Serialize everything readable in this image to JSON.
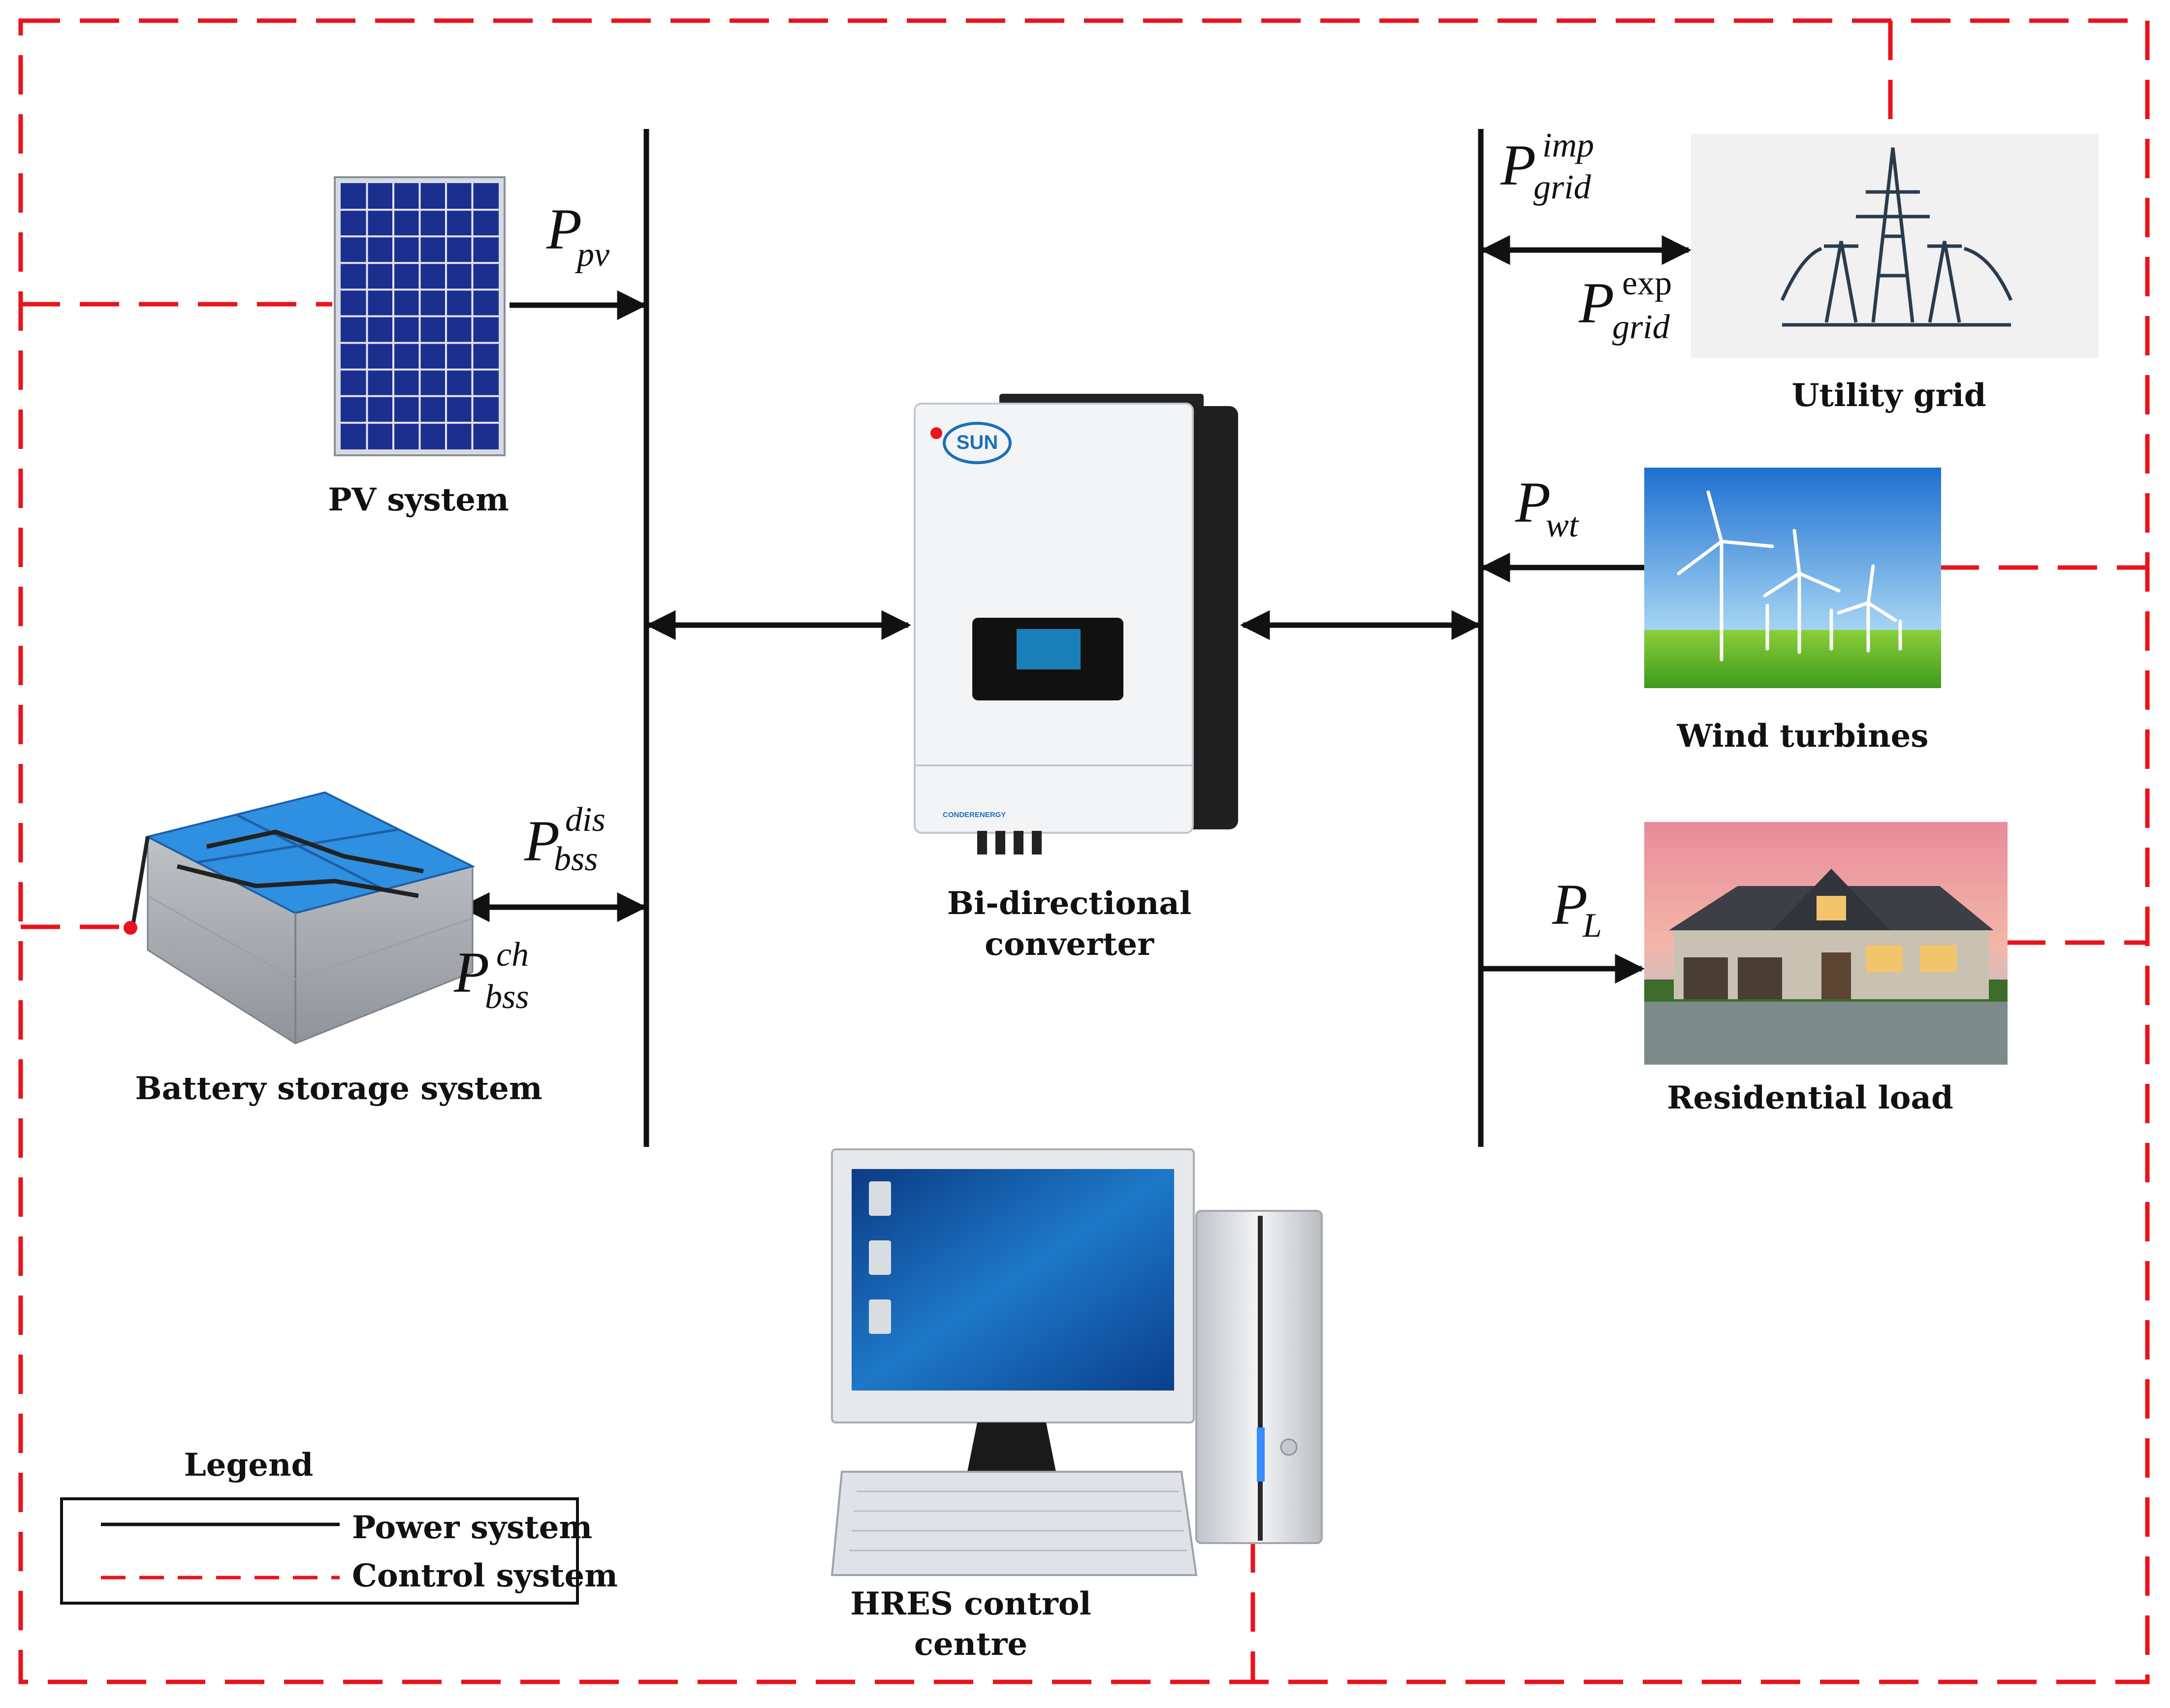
{
  "labels": {
    "pv": "PV system",
    "battery": "Battery storage system",
    "converter_line1": "Bi-directional",
    "converter_line2": "converter",
    "grid": "Utility grid",
    "wind": "Wind turbines",
    "load": "Residential load",
    "control_line1": "HRES control",
    "control_line2": "centre"
  },
  "symbols": {
    "p_pv": {
      "main": "P",
      "sub": "pv"
    },
    "p_bss_dis": {
      "main": "P",
      "sub": "bss",
      "sup": "dis"
    },
    "p_bss_ch": {
      "main": "P",
      "sub": "bss",
      "sup": "ch"
    },
    "p_grid_imp": {
      "main": "P",
      "sub": "grid",
      "sup": "imp"
    },
    "p_grid_exp": {
      "main": "P",
      "sub": "grid",
      "sup": "exp"
    },
    "p_wt": {
      "main": "P",
      "sub": "wt"
    },
    "p_l": {
      "main": "P",
      "sub": "L"
    }
  },
  "device_text": {
    "inverter_brand": "SUN",
    "inverter_maker": "CONDERENERGY"
  },
  "legend": {
    "title": "Legend",
    "items": [
      {
        "label": "Power system"
      },
      {
        "label": "Control system"
      }
    ]
  },
  "colors": {
    "power_line": "#111111",
    "control_line": "#e8141c"
  }
}
